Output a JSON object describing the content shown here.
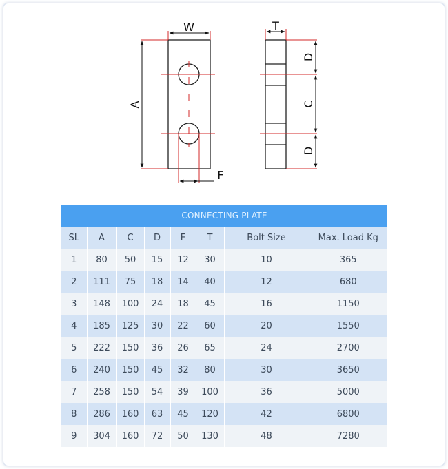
{
  "drawing": {
    "labels": {
      "w": "W",
      "t": "T",
      "a": "A",
      "d_top": "D",
      "c": "C",
      "d_bottom": "D",
      "f": "F"
    }
  },
  "table": {
    "title": "CONNECTING PLATE",
    "headers": [
      "SL",
      "A",
      "C",
      "D",
      "F",
      "T",
      "Bolt Size",
      "Max. Load Kg"
    ],
    "rows": [
      [
        "1",
        "80",
        "50",
        "15",
        "12",
        "30",
        "10",
        "365"
      ],
      [
        "2",
        "111",
        "75",
        "18",
        "14",
        "40",
        "12",
        "680"
      ],
      [
        "3",
        "148",
        "100",
        "24",
        "18",
        "45",
        "16",
        "1150"
      ],
      [
        "4",
        "185",
        "125",
        "30",
        "22",
        "60",
        "20",
        "1550"
      ],
      [
        "5",
        "222",
        "150",
        "36",
        "26",
        "65",
        "24",
        "2700"
      ],
      [
        "6",
        "240",
        "150",
        "45",
        "32",
        "80",
        "30",
        "3650"
      ],
      [
        "7",
        "258",
        "150",
        "54",
        "39",
        "100",
        "36",
        "5000"
      ],
      [
        "8",
        "286",
        "160",
        "63",
        "45",
        "120",
        "42",
        "6800"
      ],
      [
        "9",
        "304",
        "160",
        "72",
        "50",
        "130",
        "48",
        "7280"
      ]
    ]
  },
  "colors": {
    "title_bar": "#4aa0f0",
    "row_light": "#eff3f7",
    "row_dark": "#d4e3f5",
    "center_line": "#d32a2a",
    "outline": "#222222"
  }
}
